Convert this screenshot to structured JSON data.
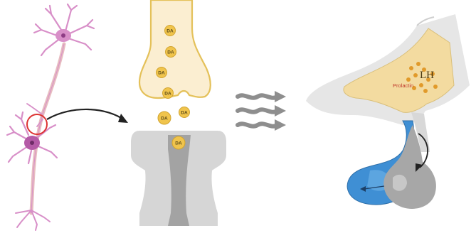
{
  "vesicle_label": "DA",
  "pituitary": {
    "hormone_lh": "LH",
    "hormone_prolactin": "Prolactin"
  },
  "colors": {
    "neuron": "#d88fc8",
    "neuron_body": "#b45aa6",
    "axon": "#e7bcc0",
    "highlight_circle": "#d33",
    "terminal_fill": "#fbeed1",
    "terminal_stroke": "#e4c15a",
    "vesicle": "#f0c44c",
    "receptor": "#c4c4c4",
    "arrow_gray": "#8e8e8e",
    "pituitary_tan": "#f3dba0",
    "pituitary_gray": "#e2e2e2",
    "posterior_blue": "#3f8fd4",
    "anterior_gray": "#a7a7a7"
  }
}
